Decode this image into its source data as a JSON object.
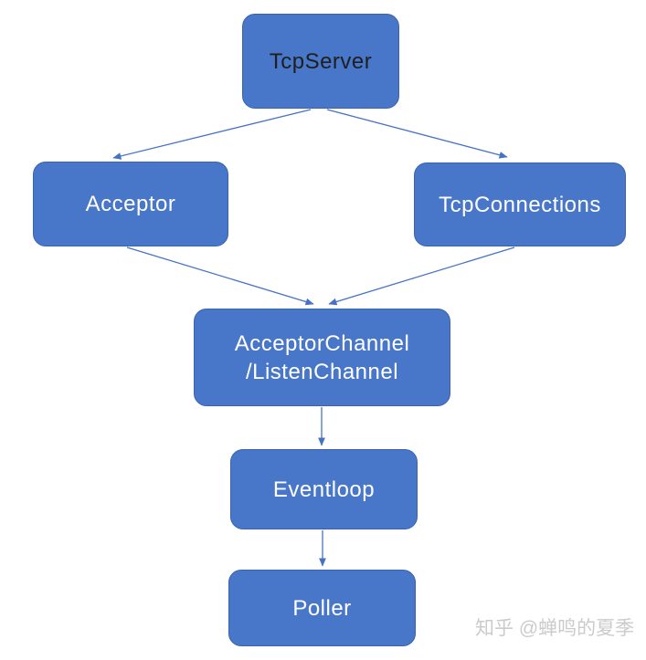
{
  "diagram": {
    "type": "flowchart",
    "nodes": [
      {
        "id": "tcpserver",
        "label": "TcpServer"
      },
      {
        "id": "acceptor",
        "label": "Acceptor"
      },
      {
        "id": "tcpconnections",
        "label": "TcpConnections"
      },
      {
        "id": "acceptor-channel",
        "label": "AcceptorChannel",
        "label2": "/ListenChannel"
      },
      {
        "id": "eventloop",
        "label": "Eventloop"
      },
      {
        "id": "poller",
        "label": "Poller"
      }
    ],
    "edges": [
      {
        "from": "TcpServer",
        "to": "Acceptor"
      },
      {
        "from": "TcpServer",
        "to": "TcpConnections"
      },
      {
        "from": "Acceptor",
        "to": "AcceptorChannel/ListenChannel"
      },
      {
        "from": "TcpConnections",
        "to": "AcceptorChannel/ListenChannel"
      },
      {
        "from": "AcceptorChannel/ListenChannel",
        "to": "Eventloop"
      },
      {
        "from": "Eventloop",
        "to": "Poller"
      }
    ],
    "colors": {
      "node_fill": "#4876C8",
      "node_border": "#3A63AE",
      "edge": "#4472C4",
      "label_light": "#FFFFFF",
      "label_dark": "#1F1F1F"
    }
  },
  "watermark": {
    "text": "知乎 @蝉鸣的夏季",
    "color": "#CBCBCB"
  }
}
